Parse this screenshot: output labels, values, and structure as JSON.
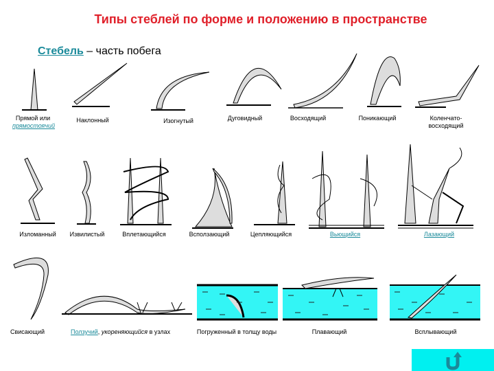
{
  "title": "Типы стеблей по форме и положению в пространстве",
  "subtitle": {
    "link": "Стебель",
    "rest": " – часть побега"
  },
  "row1": [
    {
      "label": "Прямой или",
      "link": "прямостоячий"
    },
    {
      "label": "Наклонный"
    },
    {
      "label": "Изогнутый"
    },
    {
      "label": "Дуговидный"
    },
    {
      "label": "Восходящий"
    },
    {
      "label": "Поникающий"
    },
    {
      "label": "Коленчато-",
      "label2": "восходящий"
    }
  ],
  "row2": [
    {
      "label": "Изломанный"
    },
    {
      "label": "Извилистый"
    },
    {
      "label": "Вплетающийся"
    },
    {
      "label": "Всползающий"
    },
    {
      "label": "Цепляющийся"
    },
    {
      "link": "Вьющийся"
    },
    {
      "link": "Лазающий"
    }
  ],
  "row3": [
    {
      "label": "Свисающий"
    },
    {
      "link": "Ползучий",
      "sep": ", ",
      "italic": "укореняющийся",
      "rest": " в узлах"
    },
    {
      "label": "Погруженный в толщу воды"
    },
    {
      "label": "Плавающий"
    },
    {
      "label": "Всплывающий"
    }
  ],
  "colors": {
    "title": "#e0202a",
    "link": "#1a8a9a",
    "water": "#33f5f5",
    "button": "#00f0f0"
  },
  "back_button": {
    "icon": "u-turn-arrow-icon"
  }
}
